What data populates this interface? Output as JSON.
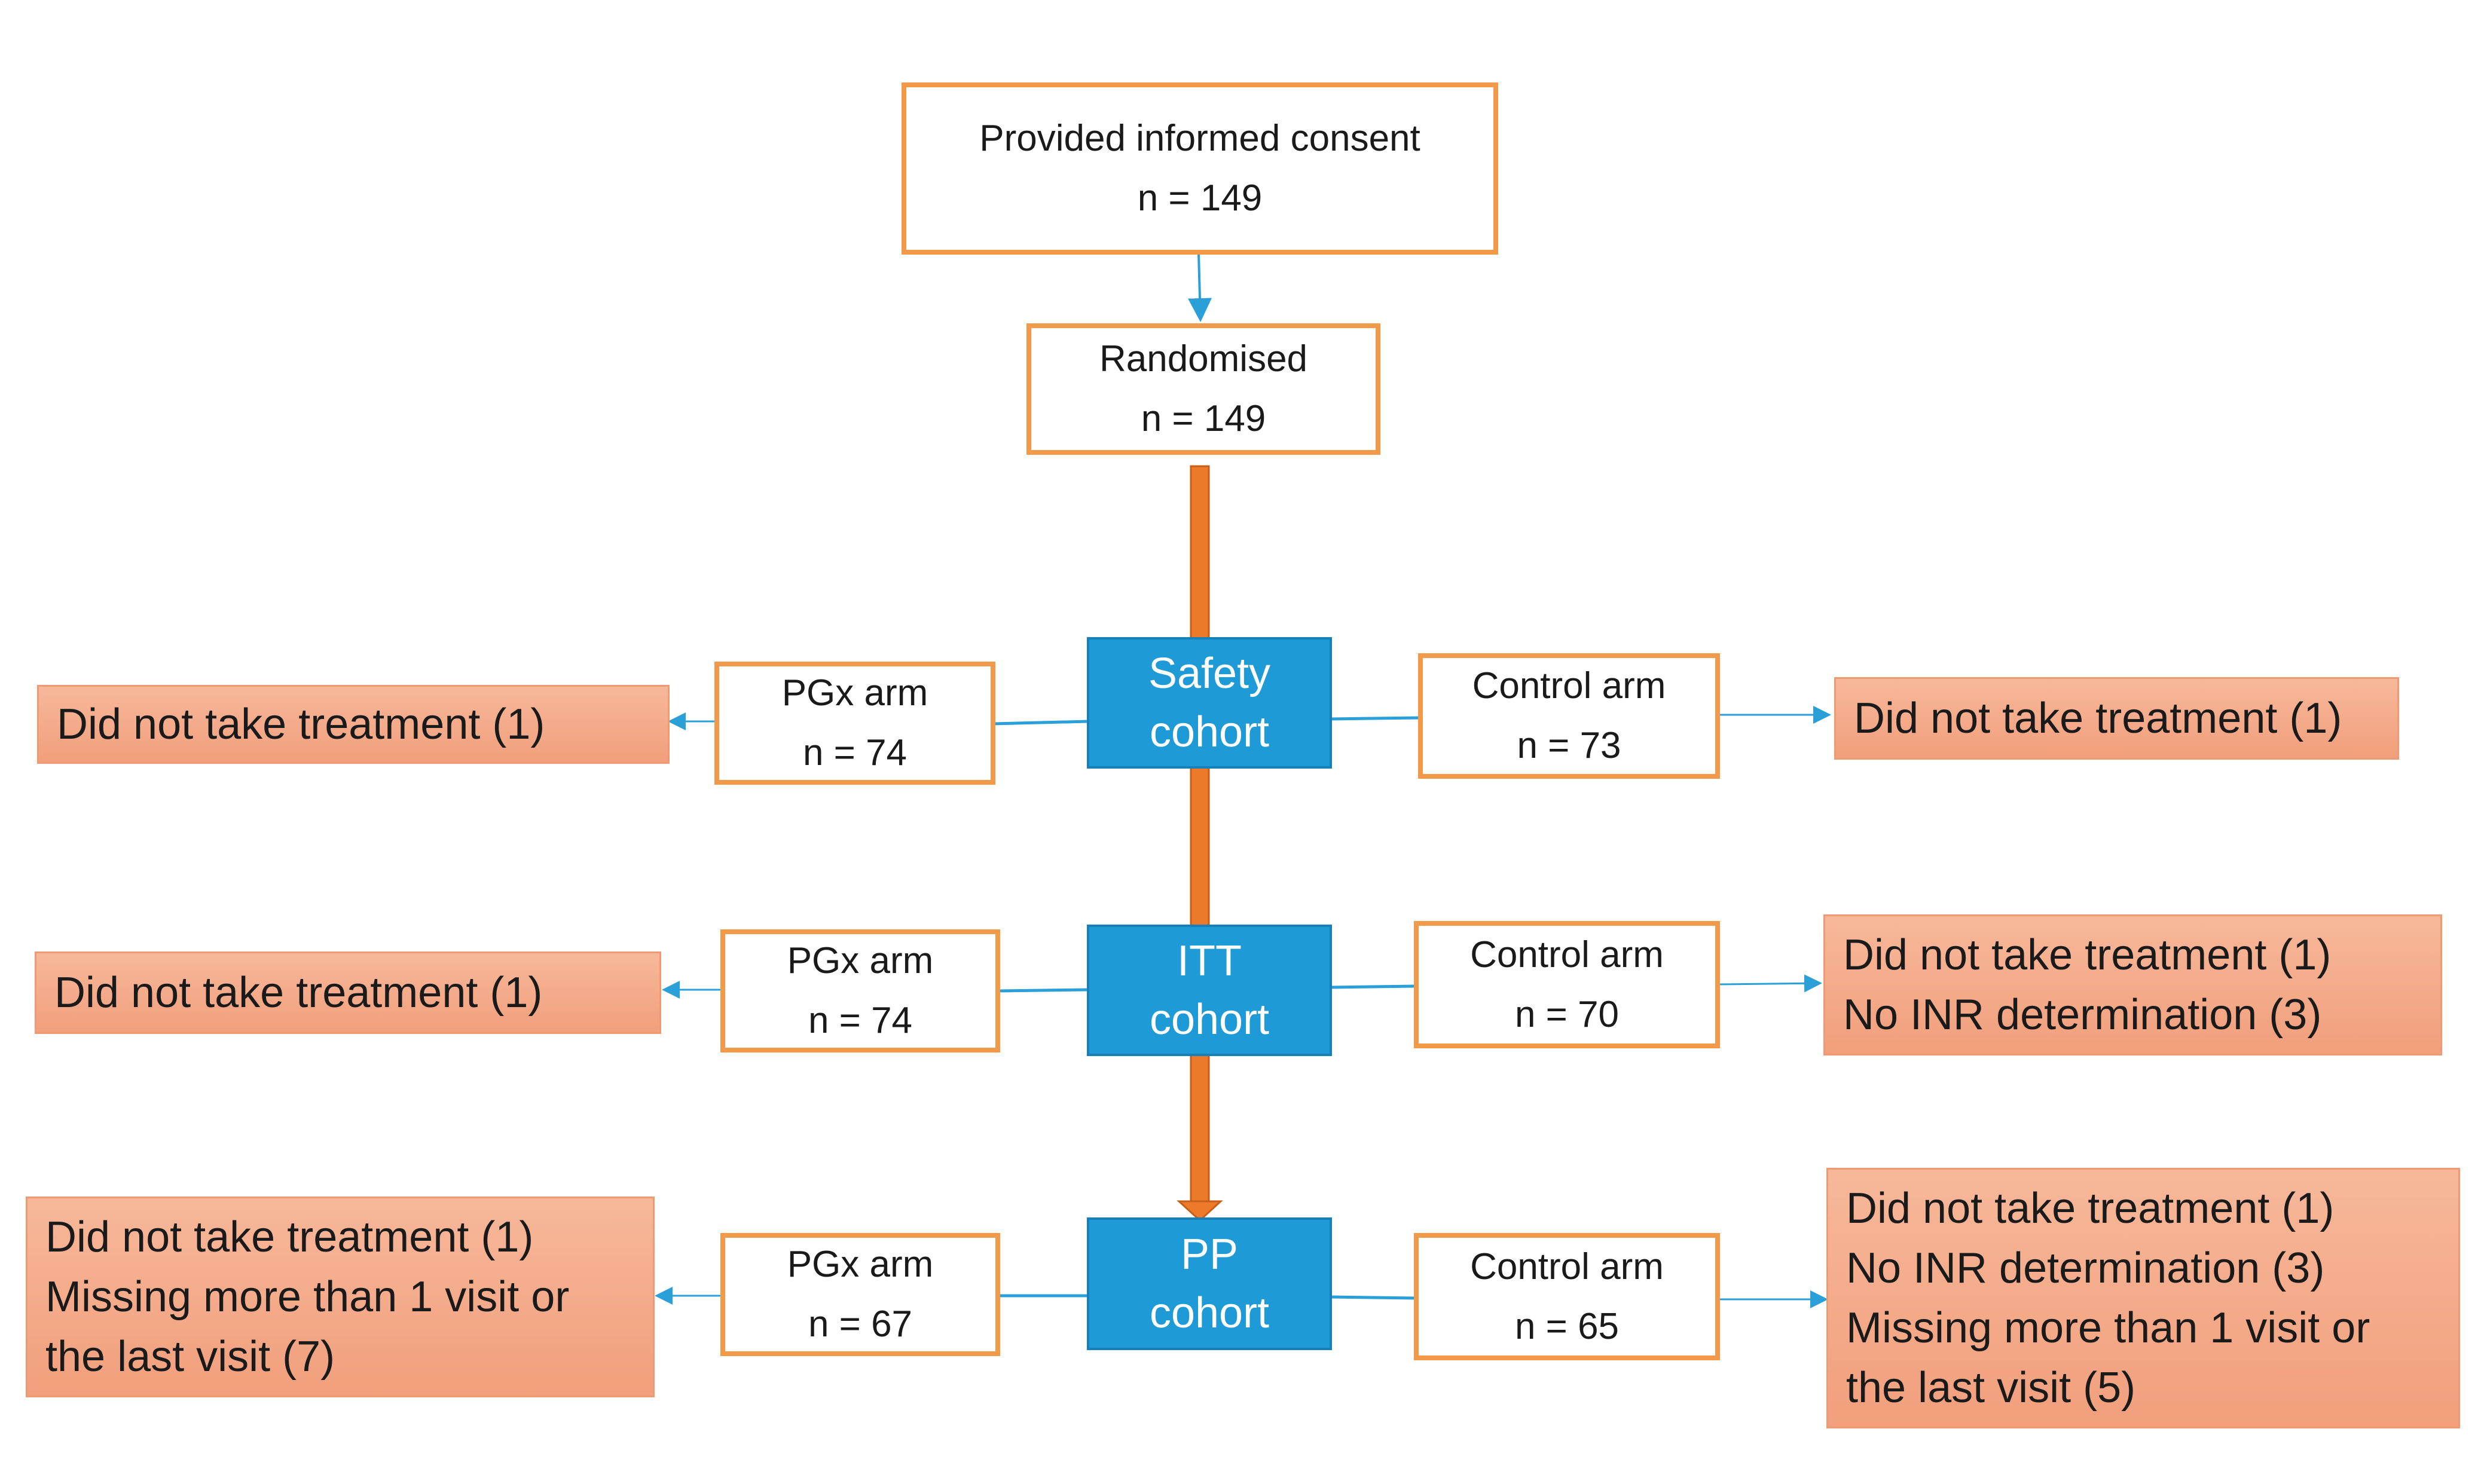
{
  "consent": {
    "label": "Provided informed consent",
    "n": "n = 149"
  },
  "randomised": {
    "label": "Randomised",
    "n": "n = 149"
  },
  "safety": {
    "cohort": [
      "Safety",
      "cohort"
    ],
    "pgx": {
      "label": "PGx arm",
      "n": "n = 74"
    },
    "control": {
      "label": "Control arm",
      "n": "n = 73"
    },
    "pgx_excluded": [
      "Did not take treatment (1)"
    ],
    "control_excluded": [
      "Did not take treatment (1)"
    ]
  },
  "itt": {
    "cohort": [
      "ITT",
      "cohort"
    ],
    "pgx": {
      "label": "PGx arm",
      "n": "n = 74"
    },
    "control": {
      "label": "Control arm",
      "n": "n = 70"
    },
    "pgx_excluded": [
      "Did not take treatment (1)"
    ],
    "control_excluded": [
      "Did not take treatment (1)",
      "No INR determination (3)"
    ]
  },
  "pp": {
    "cohort": [
      "PP",
      "cohort"
    ],
    "pgx": {
      "label": "PGx arm",
      "n": "n = 67"
    },
    "control": {
      "label": "Control arm",
      "n": "n = 65"
    },
    "pgx_excluded": [
      "Did not take treatment (1)",
      "Missing more than 1 visit or",
      "the last visit (7)"
    ],
    "control_excluded": [
      "Did not take treatment (1)",
      "No INR determination (3)",
      "Missing more than 1 visit or",
      "the last visit (5)"
    ]
  },
  "colors": {
    "orange_border": "#f39a4a",
    "blue_box": "#1e9ad6",
    "salmon": "#f4a986",
    "connector_blue": "#2a9fd8",
    "spine_orange": "#ed7a2a"
  }
}
